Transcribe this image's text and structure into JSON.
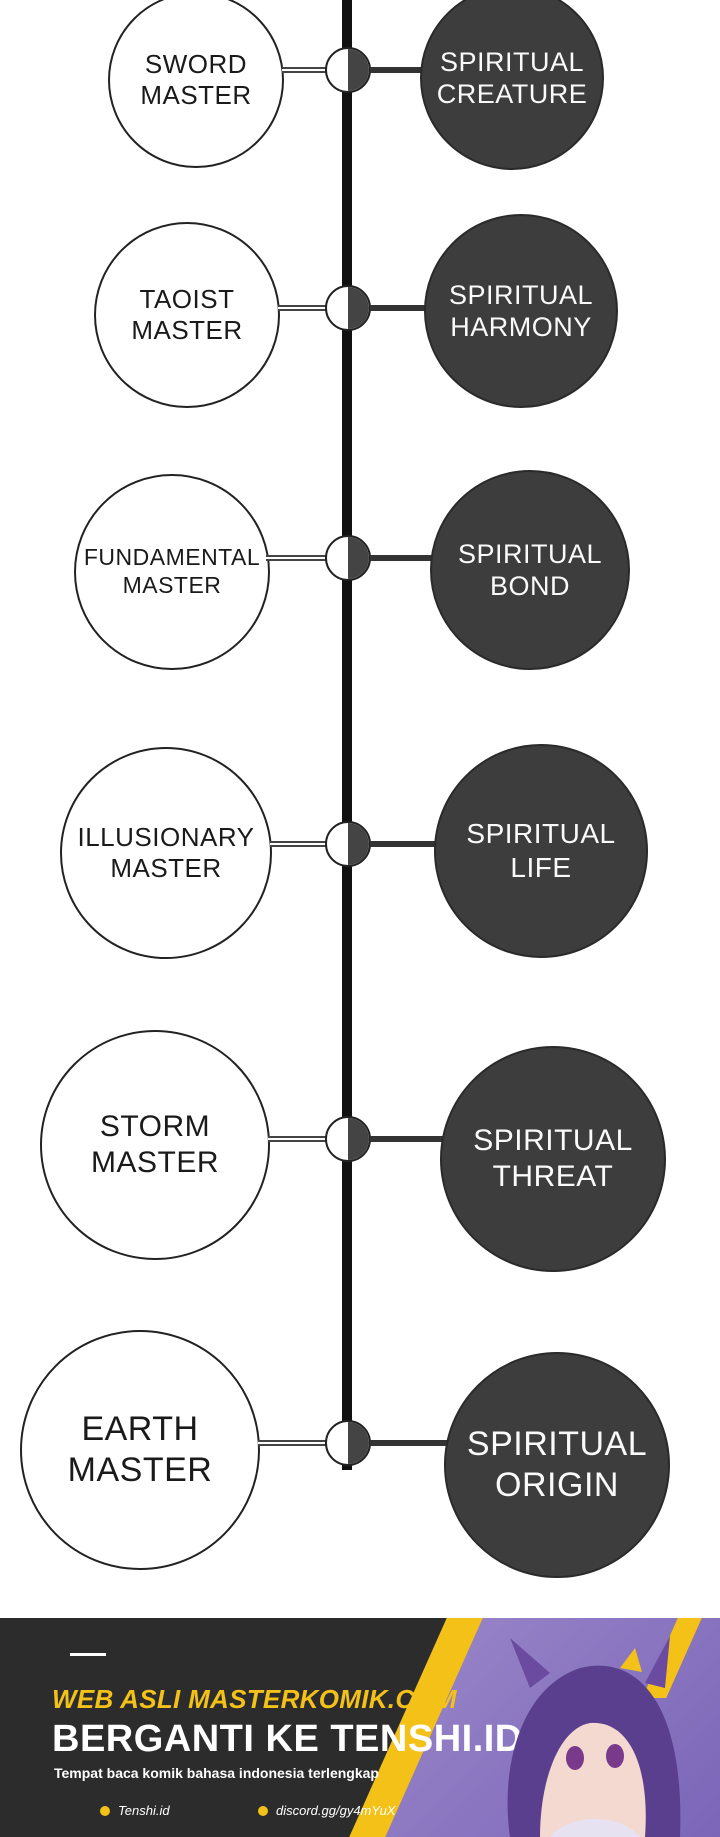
{
  "timeline": [
    {
      "master": "SWORD\nMASTER",
      "spirit": "SPIRITUAL\nCREATURE"
    },
    {
      "master": "TAOIST\nMASTER",
      "spirit": "SPIRITUAL\nHARMONY"
    },
    {
      "master": "FUNDAMENTAL\nMASTER",
      "spirit": "SPIRITUAL\nBOND"
    },
    {
      "master": "ILLUSIONARY\nMASTER",
      "spirit": "SPIRITUAL\nLIFE"
    },
    {
      "master": "STORM\nMASTER",
      "spirit": "SPIRITUAL\nTHREAT"
    },
    {
      "master": "EARTH\nMASTER",
      "spirit": "SPIRITUAL\nORIGIN"
    }
  ],
  "banner": {
    "web_label": "WEB ASLI MASTERKOMIK.COM",
    "headline": "BERGANTI KE TENSHI.ID",
    "tagline": "Tempat baca komik bahasa indonesia terlengkap",
    "link1": "Tenshi.id",
    "link2": "discord.gg/gy4mYuX"
  },
  "colors": {
    "accent": "#f3c117",
    "dark_circle": "#3d3d3d",
    "banner_bg": "#2c2c2c",
    "banner_purple": "#8b76c2"
  }
}
